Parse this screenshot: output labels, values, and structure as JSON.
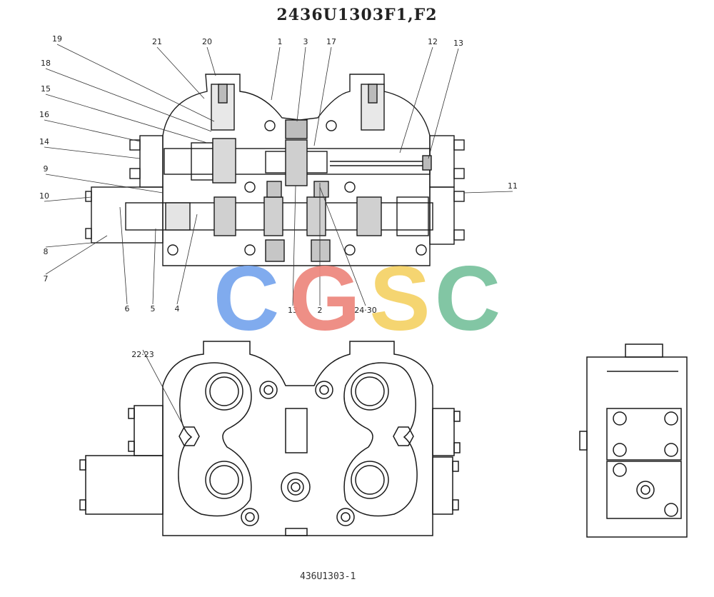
{
  "title": "2436U1303F1,F2",
  "footer": "436U1303-1",
  "watermark": {
    "letters": [
      "C",
      "G",
      "S",
      "C"
    ],
    "colors": [
      "#7aa7ee",
      "#ee8a80",
      "#f5d36a",
      "#7cc3a0"
    ]
  },
  "callouts": [
    "1",
    "2",
    "3",
    "4",
    "5",
    "6",
    "7",
    "8",
    "9",
    "10",
    "11",
    "12",
    "13",
    "13",
    "14",
    "15",
    "16",
    "17",
    "18",
    "19",
    "20",
    "21",
    "22·23",
    "24·30"
  ],
  "stroke_color": "#1a1a1a"
}
